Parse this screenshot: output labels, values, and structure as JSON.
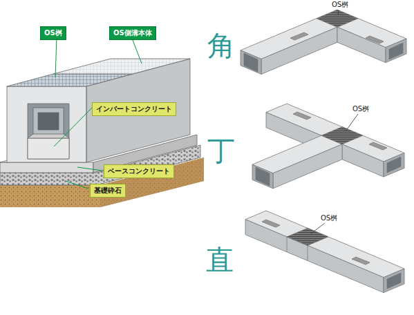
{
  "diagram": {
    "nodes": [
      {
        "text": [
          "OS桝"
        ]
      },
      {
        "text": [
          "OS側溝本体"
        ]
      },
      {
        "text": [
          "インバートコンクリート"
        ]
      },
      {
        "text": [
          "ベースコンクリート"
        ]
      },
      {
        "text": [
          "基礎砕石"
        ]
      }
    ],
    "labels": [
      "角",
      "丁",
      "直",
      "OS桝",
      "OS桝",
      "OS桝"
    ]
  }
}
